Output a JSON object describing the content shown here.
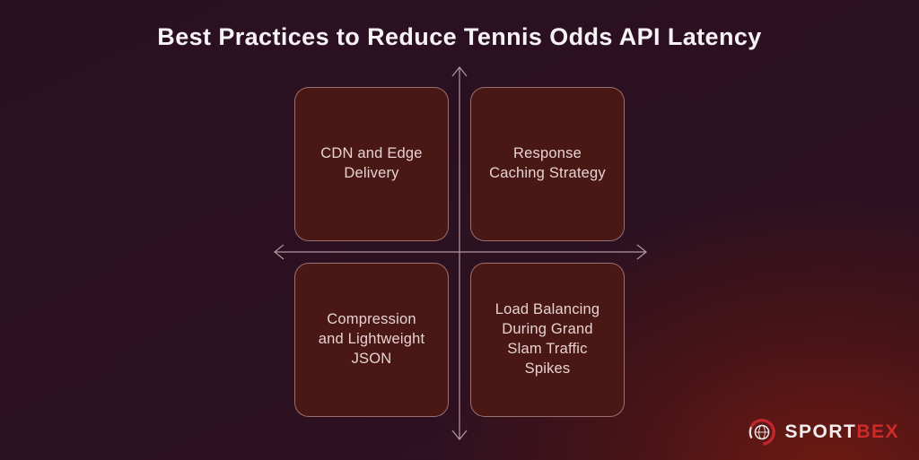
{
  "title": "Best Practices to Reduce Tennis Odds API Latency",
  "quadrants": [
    {
      "position": "top-left",
      "label": "CDN and Edge\nDelivery"
    },
    {
      "position": "top-right",
      "label": "Response\nCaching Strategy"
    },
    {
      "position": "bottom-left",
      "label": "Compression\nand Lightweight\nJSON"
    },
    {
      "position": "bottom-right",
      "label": "Load Balancing\nDuring Grand\nSlam Traffic\nSpikes"
    }
  ],
  "logo": {
    "brand_primary": "SPORT",
    "brand_secondary": "BEX",
    "icon": "globe-swoosh-icon"
  },
  "colors": {
    "background_purple": "#2a0f21",
    "background_red_glow": "#5a150f",
    "box_fill": "#491814",
    "box_border": "#deb9ba",
    "box_text": "#e6d3d1",
    "title_text": "#f7f2f5",
    "axis_line": "#c9afb7",
    "brand_red": "#cf2b2b",
    "brand_white": "#f3efef"
  }
}
